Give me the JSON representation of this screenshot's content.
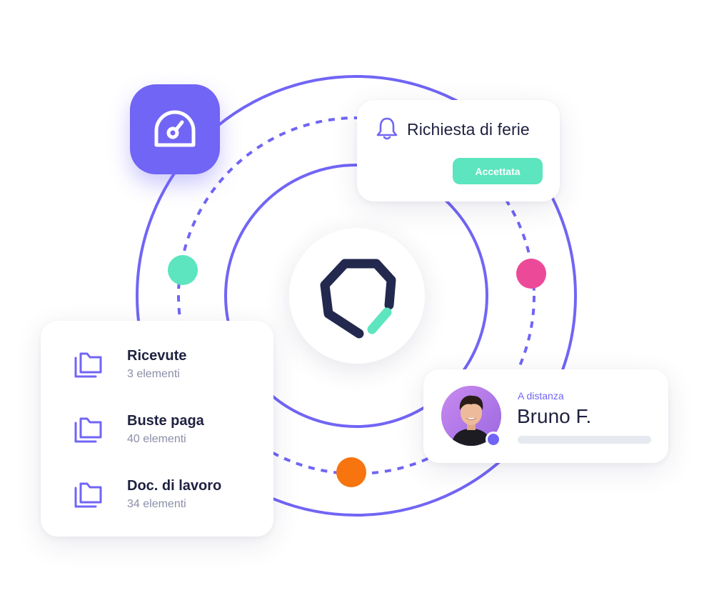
{
  "colors": {
    "orbit": "#7165f5",
    "accent_green": "#5ce5be",
    "accent_pink": "#ec4a98",
    "accent_orange": "#f7740f",
    "text_dark": "#1f2140",
    "text_muted": "#8b8ea6"
  },
  "app_tile": {
    "icon": "gauge-icon"
  },
  "center_logo": {
    "icon": "brand-logo-icon"
  },
  "notification": {
    "icon": "bell-icon",
    "title": "Richiesta di ferie",
    "action_label": "Accettata"
  },
  "documents": {
    "items": [
      {
        "icon": "folder-icon",
        "name": "Ricevute",
        "count": "3 elementi"
      },
      {
        "icon": "folder-icon",
        "name": "Buste paga",
        "count": "40 elementi"
      },
      {
        "icon": "folder-icon",
        "name": "Doc. di lavoro",
        "count": "34 elementi"
      }
    ]
  },
  "profile": {
    "location": "A distanza",
    "name": "Bruno F."
  }
}
